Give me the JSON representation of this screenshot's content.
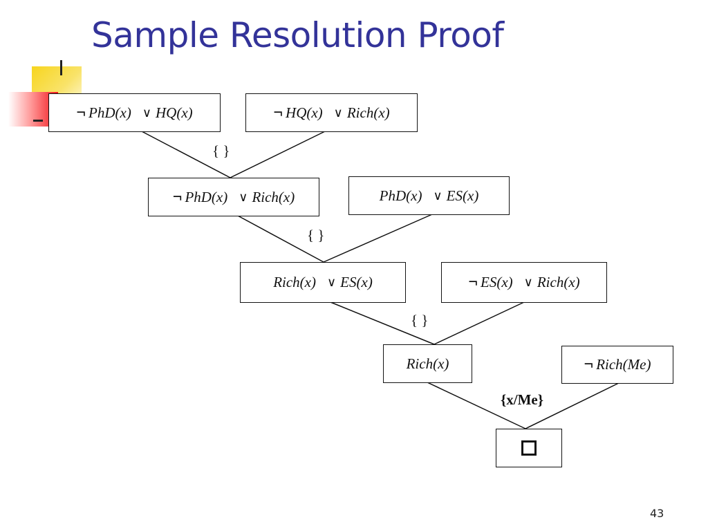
{
  "slide": {
    "title": "Sample Resolution Proof",
    "page_number": "43"
  },
  "symbols": {
    "not": "¬",
    "or": "∨"
  },
  "clauses": {
    "c1": {
      "negated": true,
      "left": "PhD(x)",
      "right": "HQ(x)"
    },
    "c2": {
      "negated": true,
      "left": "HQ(x)",
      "right": "Rich(x)"
    },
    "c3": {
      "negated": true,
      "left": "PhD(x)",
      "right": "Rich(x)"
    },
    "c4": {
      "negated": false,
      "left": "PhD(x)",
      "right": "ES(x)"
    },
    "c5": {
      "negated": false,
      "left": "Rich(x)",
      "right": "ES(x)"
    },
    "c6": {
      "negated": true,
      "left": "ES(x)",
      "right": "Rich(x)"
    },
    "c7": {
      "negated": false,
      "text": "Rich(x)"
    },
    "c8": {
      "negated": true,
      "text": "Rich(Me)"
    }
  },
  "substitutions": {
    "s1": "{ }",
    "s2": "{ }",
    "s3": "{ }",
    "s4": "{x/Me}"
  }
}
